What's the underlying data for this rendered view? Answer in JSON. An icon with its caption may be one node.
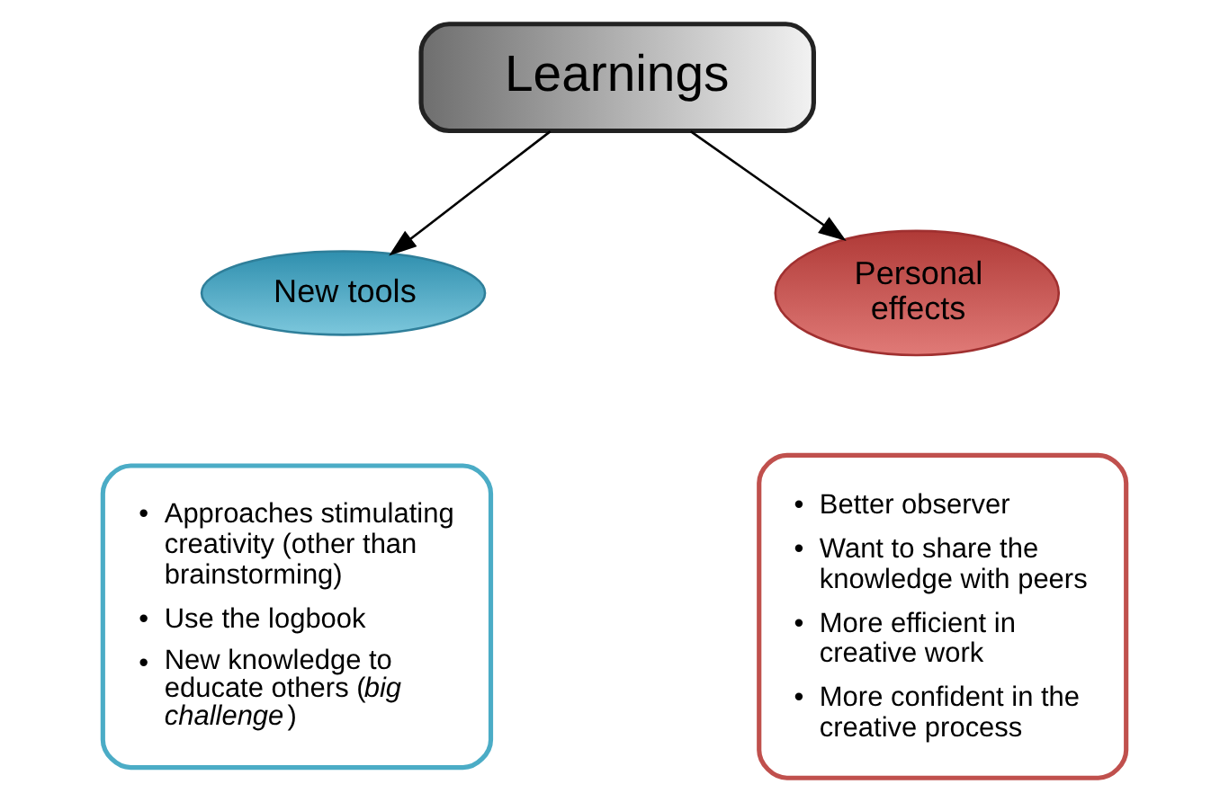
{
  "diagram": {
    "nodes": [
      {
        "text": [
          "Learnings"
        ]
      },
      {
        "text": [
          "New tools"
        ]
      },
      {
        "text": [
          "Personal effects"
        ]
      },
      {
        "text": [
          "• Approaches stimulating creativity (other than brainstorming)",
          "• Use the logbook",
          "• New knowledge to educate others (*big challenge*)"
        ]
      },
      {
        "text": [
          "• Better observer",
          "• Want to share the knowledge with peers",
          "• More efficient in creative work",
          "• More confident in the creative process"
        ]
      }
    ],
    "edges": [
      {
        "from": 0,
        "to": 1,
        "arrow": "to"
      },
      {
        "from": 0,
        "to": 2,
        "arrow": "to"
      }
    ]
  }
}
